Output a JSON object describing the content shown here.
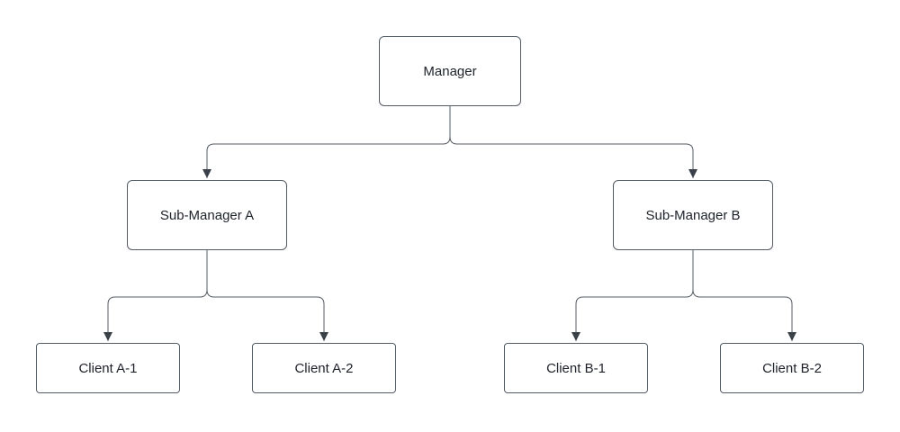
{
  "diagram": {
    "type": "org-chart-tree",
    "title": "",
    "nodes": [
      {
        "id": "manager",
        "label": "Manager",
        "level": 0
      },
      {
        "id": "sub-manager-a",
        "label": "Sub-Manager A",
        "level": 1
      },
      {
        "id": "sub-manager-b",
        "label": "Sub-Manager B",
        "level": 1
      },
      {
        "id": "client-a-1",
        "label": "Client A-1",
        "level": 2
      },
      {
        "id": "client-a-2",
        "label": "Client A-2",
        "level": 2
      },
      {
        "id": "client-b-1",
        "label": "Client B-1",
        "level": 2
      },
      {
        "id": "client-b-2",
        "label": "Client B-2",
        "level": 2
      }
    ],
    "edges": [
      {
        "from": "manager",
        "to": "sub-manager-a"
      },
      {
        "from": "manager",
        "to": "sub-manager-b"
      },
      {
        "from": "sub-manager-a",
        "to": "client-a-1"
      },
      {
        "from": "sub-manager-a",
        "to": "client-a-2"
      },
      {
        "from": "sub-manager-b",
        "to": "client-b-1"
      },
      {
        "from": "sub-manager-b",
        "to": "client-b-2"
      }
    ],
    "colors": {
      "node_fill": "#ffffff",
      "node_border": "#545b63",
      "connector": "#545b63",
      "arrowhead": "#3a4049",
      "text": "#1d2129",
      "background": "#ffffff"
    }
  }
}
